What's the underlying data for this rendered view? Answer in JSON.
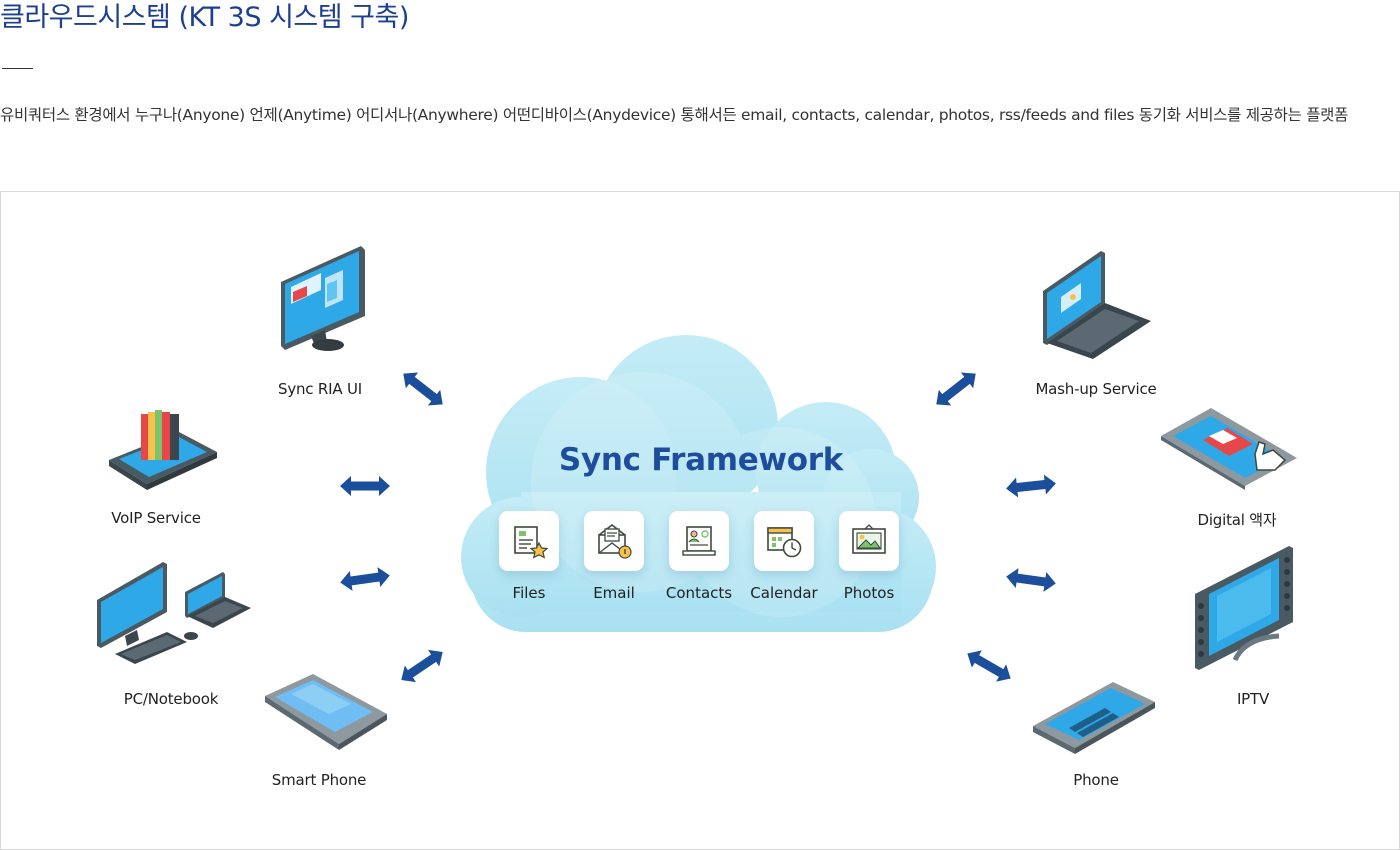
{
  "page": {
    "title": "클라우드시스템 (KT 3S 시스템 구축)",
    "description": "유비쿼터스 환경에서 누구나(Anyone) 언제(Anytime) 어디서나(Anywhere) 어떤디바이스(Anydevice) 통해서든 email, contacts, calendar, photos, rss/feeds and files 동기화 서비스를 제공하는 플랫폼"
  },
  "diagram": {
    "center_title": "Sync Framework",
    "services": [
      {
        "label": "Files",
        "icon": "files-icon"
      },
      {
        "label": "Email",
        "icon": "email-icon"
      },
      {
        "label": "Contacts",
        "icon": "contacts-icon"
      },
      {
        "label": "Calendar",
        "icon": "calendar-icon"
      },
      {
        "label": "Photos",
        "icon": "photos-icon"
      }
    ],
    "left_devices": [
      {
        "label": "Sync RIA UI",
        "icon": "monitor-icon"
      },
      {
        "label": "VoIP Service",
        "icon": "voip-phone-icon"
      },
      {
        "label": "PC/Notebook",
        "icon": "pc-notebook-icon"
      },
      {
        "label": "Smart Phone",
        "icon": "smartphone-icon"
      }
    ],
    "right_devices": [
      {
        "label": "Mash-up Service",
        "icon": "laptop-icon"
      },
      {
        "label": "Digital 액자",
        "icon": "digital-frame-icon"
      },
      {
        "label": "IPTV",
        "icon": "iptv-icon"
      },
      {
        "label": "Phone",
        "icon": "phone-icon"
      }
    ],
    "colors": {
      "arrow": "#1b4e9b",
      "cloud_light": "#cdeef7",
      "cloud_mid": "#a6e0f0",
      "title": "#1e4d9d",
      "screen": "#2fa8e8"
    }
  }
}
